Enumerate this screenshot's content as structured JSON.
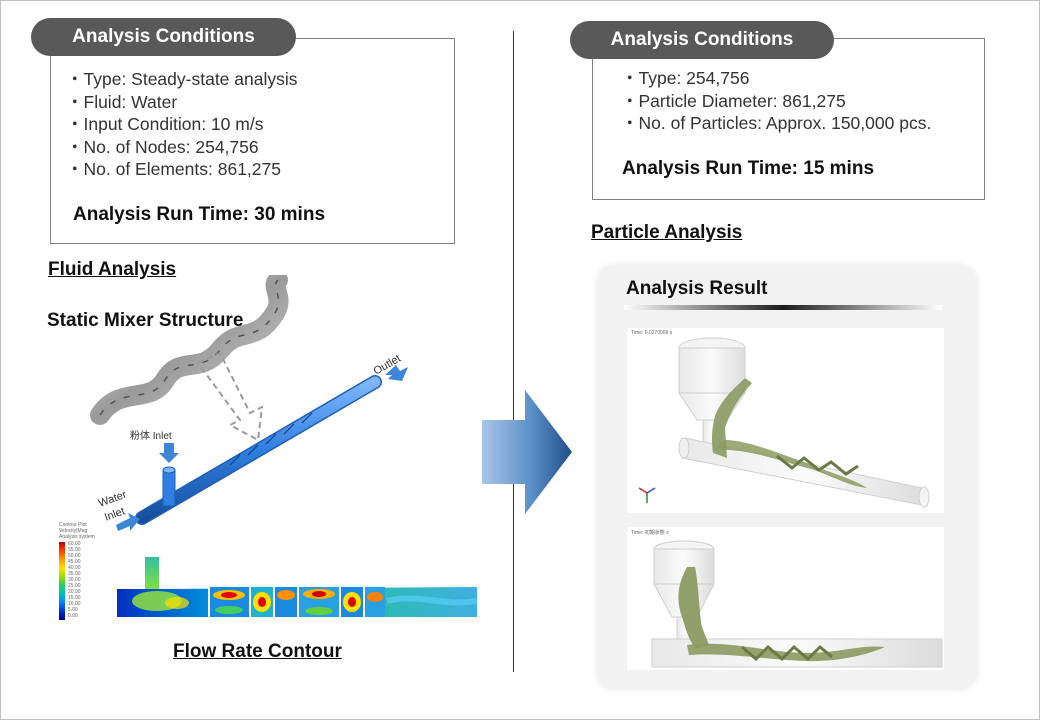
{
  "fluid": {
    "conditions_title": "Analysis Conditions",
    "conditions": [
      "・Type: Steady-state analysis",
      "・Fluid: Water",
      "・Input Condition: 10 m/s",
      "・No. of Nodes: 254,756",
      "・No. of Elements: 861,275"
    ],
    "run_time": "Analysis Run Time: 30 mins",
    "section_title": "Fluid Analysis",
    "structure_title": "Static Mixer Structure",
    "labels": {
      "outlet": "Outlet",
      "powder_inlet": "粉体 Inlet",
      "water": "Water",
      "inlet": "Inlet"
    },
    "contour_legend": {
      "title_lines": [
        "Contour Plot",
        "Velocity|Mag",
        "Analysis system"
      ],
      "values": [
        "60.00",
        "55.00",
        "50.00",
        "45.00",
        "40.00",
        "35.00",
        "30.00",
        "25.00",
        "20.00",
        "15.00",
        "10.00",
        "5.00",
        "0.00"
      ]
    },
    "contour_title": "Flow Rate Contour"
  },
  "particle": {
    "conditions_title": "Analysis Conditions",
    "conditions": [
      "・Type: 254,756",
      "・Particle Diameter: 861,275",
      "・No. of Particles: Approx. 150,000 pcs."
    ],
    "run_time": "Analysis Run Time: 15 mins",
    "section_title": "Particle Analysis",
    "result_title": "Analysis Result",
    "shot1_time": "Time: 0.0270009 s",
    "shot2_time": "Time: 初期状態 s"
  },
  "colors": {
    "pill_bg": "#595959",
    "pipe_blue": "#2f7fe0",
    "arrow_blue": "#5b8fc7",
    "particle_green": "#8c9a62"
  }
}
